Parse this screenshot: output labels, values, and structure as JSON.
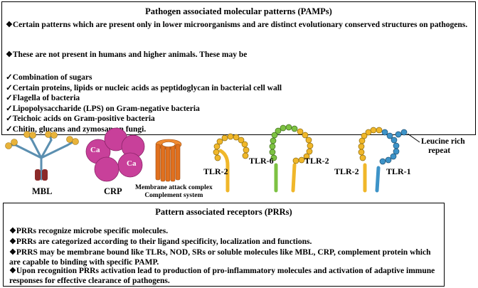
{
  "pamp": {
    "title": "Pathogen associated molecular patterns  (PAMPs)",
    "intro": "Certain patterns which are present only in lower microorganisms  and are distinct evolutionary  conserved structures on pathogens.",
    "not_present": "These are not present in humans and higher animals.  These may be",
    "items": [
      "Combination of sugars",
      "Certain proteins, lipids or nucleic acids as peptidoglycan  in bacterial cell wall",
      "Flagella of bacteria",
      "Lipopolysaccharide  (LPS) on Gram-negative bacteria",
      "Teichoic acids on Gram-positive bacteria",
      "Chitin, glucans and zymosan on fungi."
    ]
  },
  "molecules": {
    "mbl": "MBL",
    "crp": "CRP",
    "ca": "Ca",
    "mac_line1": "Membrane attack complex",
    "mac_line2": "Complement system",
    "tlr2_a": "TLR-2",
    "tlr6": "TLR-6",
    "tlr2_b": "TLR-2",
    "tlr2_c": "TLR-2",
    "tlr1": "TLR-1",
    "leucine_line1": "Leucine rich",
    "leucine_line2": "repeat"
  },
  "prr": {
    "title": "Pattern associated receptors  (PRRs)",
    "items": [
      "PRRs recognize microbe  specific molecules.",
      "PRRs are categorized according to their ligand specificity, localization and functions.",
      "PRRS may be membrane  bound like TLRs, NOD, SRs or soluble molecules like MBL, CRP, complement  protein which are capable to binding with specific PAMP.",
      "Upon recognition PRRs activation lead to production  of pro-inflammatory molecules and activation of adaptive immune responses for effective clearance of pathogens."
    ]
  },
  "colors": {
    "mbl_stem": "#5b8fb0",
    "mbl_node": "#e8b33a",
    "mbl_base": "#8b2a2a",
    "crp": "#c8409a",
    "mac": "#e0701e",
    "tlr_yellow": "#f0b72a",
    "tlr_green": "#7dc243",
    "tlr_blue": "#3d93c8"
  }
}
